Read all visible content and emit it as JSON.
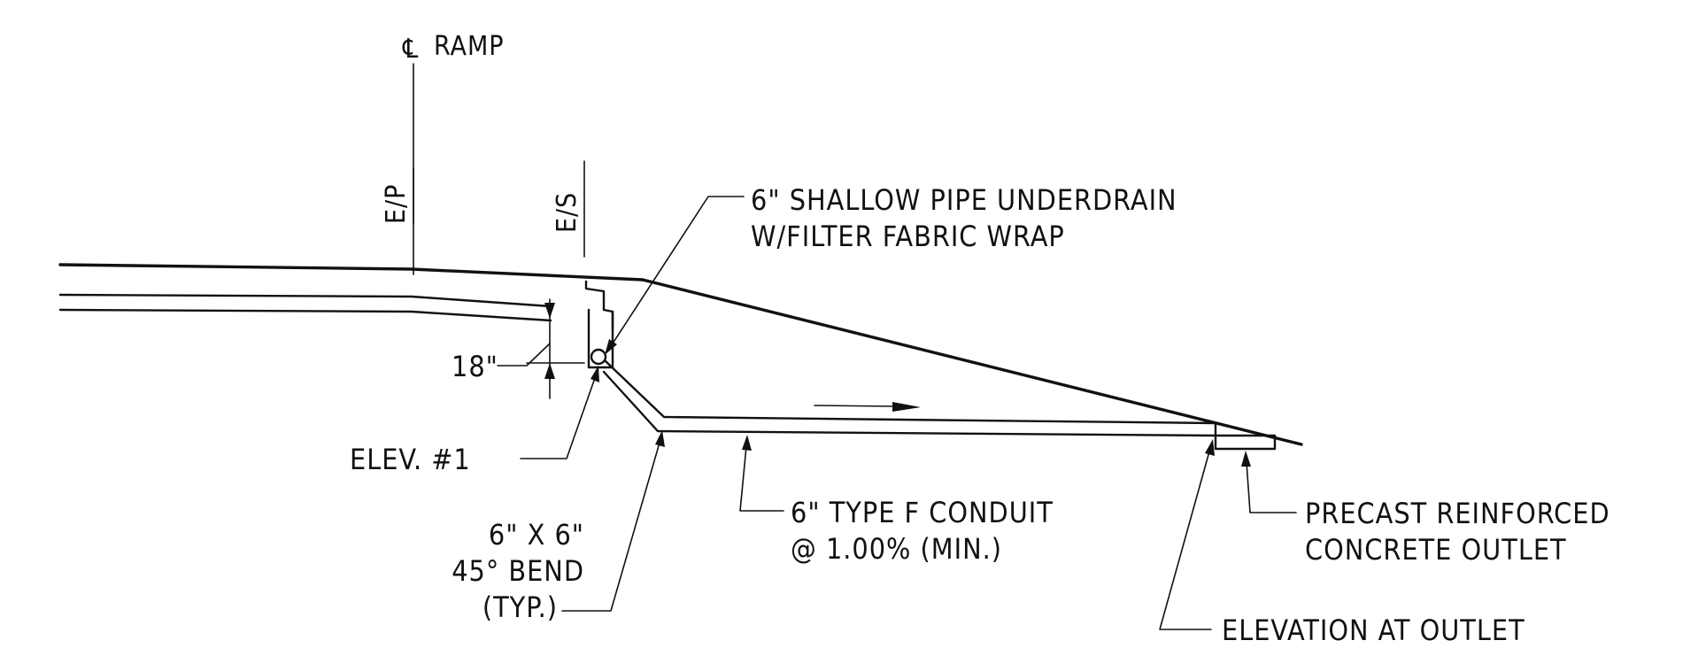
{
  "labels": {
    "centerline_symbol": "℄",
    "centerline": "RAMP",
    "ep": "E/P",
    "es": "E/S",
    "underdrain_line1": "6\" SHALLOW PIPE UNDERDRAIN",
    "underdrain_line2": "W/FILTER FABRIC WRAP",
    "depth": "18\"",
    "elev1": "ELEV. #1",
    "bend_line1": "6\" X 6\"",
    "bend_line2": "45° BEND",
    "bend_line3": "(TYP.)",
    "conduit_line1": "6\" TYPE F CONDUIT",
    "conduit_line2": "@ 1.00% (MIN.)",
    "outlet_line1": "PRECAST REINFORCED",
    "outlet_line2": "CONCRETE OUTLET",
    "outlet_elev": "ELEVATION AT OUTLET"
  },
  "colors": {
    "ink": "#111111",
    "background": "#ffffff"
  }
}
